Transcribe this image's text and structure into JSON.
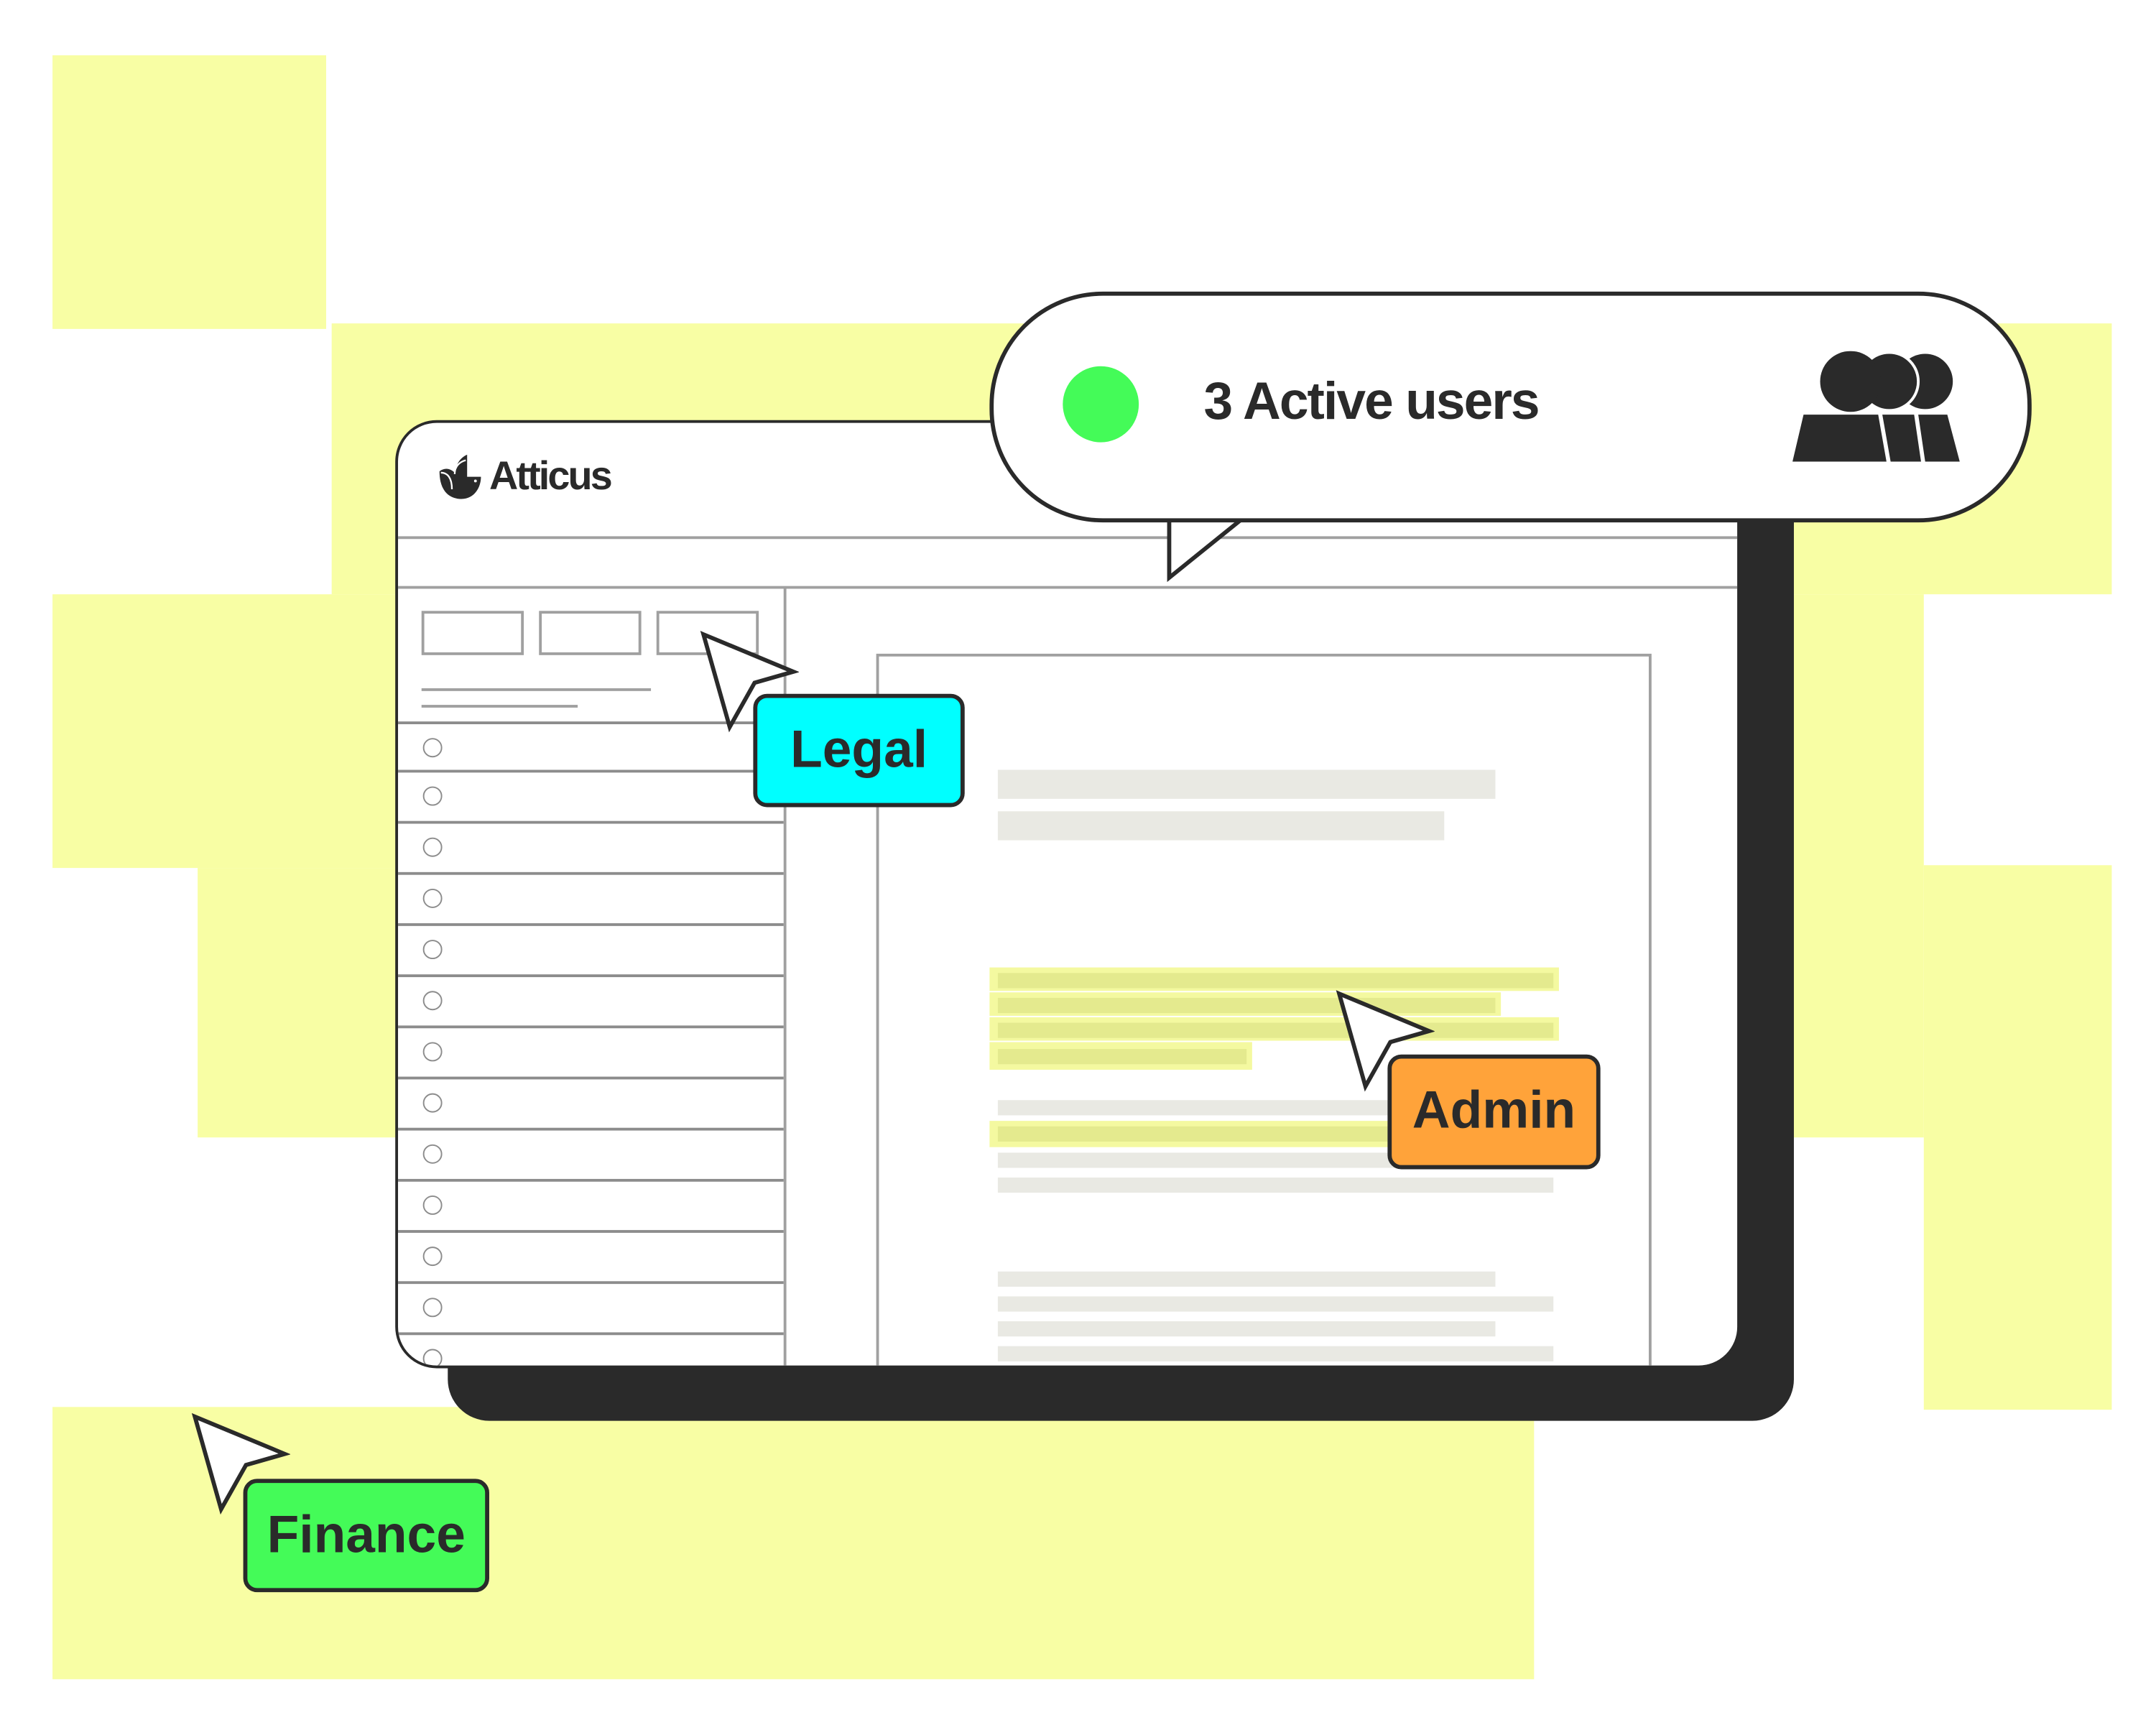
{
  "app": {
    "name": "Atticus"
  },
  "presence": {
    "status_text": "3 Active users",
    "status_color": "#44fb58",
    "icon": "users-group-icon"
  },
  "cursors": [
    {
      "label": "Legal",
      "color": "#00ffff"
    },
    {
      "label": "Admin",
      "color": "#ffa33a"
    },
    {
      "label": "Finance",
      "color": "#44fb58"
    }
  ],
  "colors": {
    "background_accent": "#f8fea4",
    "ink": "#2a2a2a"
  }
}
